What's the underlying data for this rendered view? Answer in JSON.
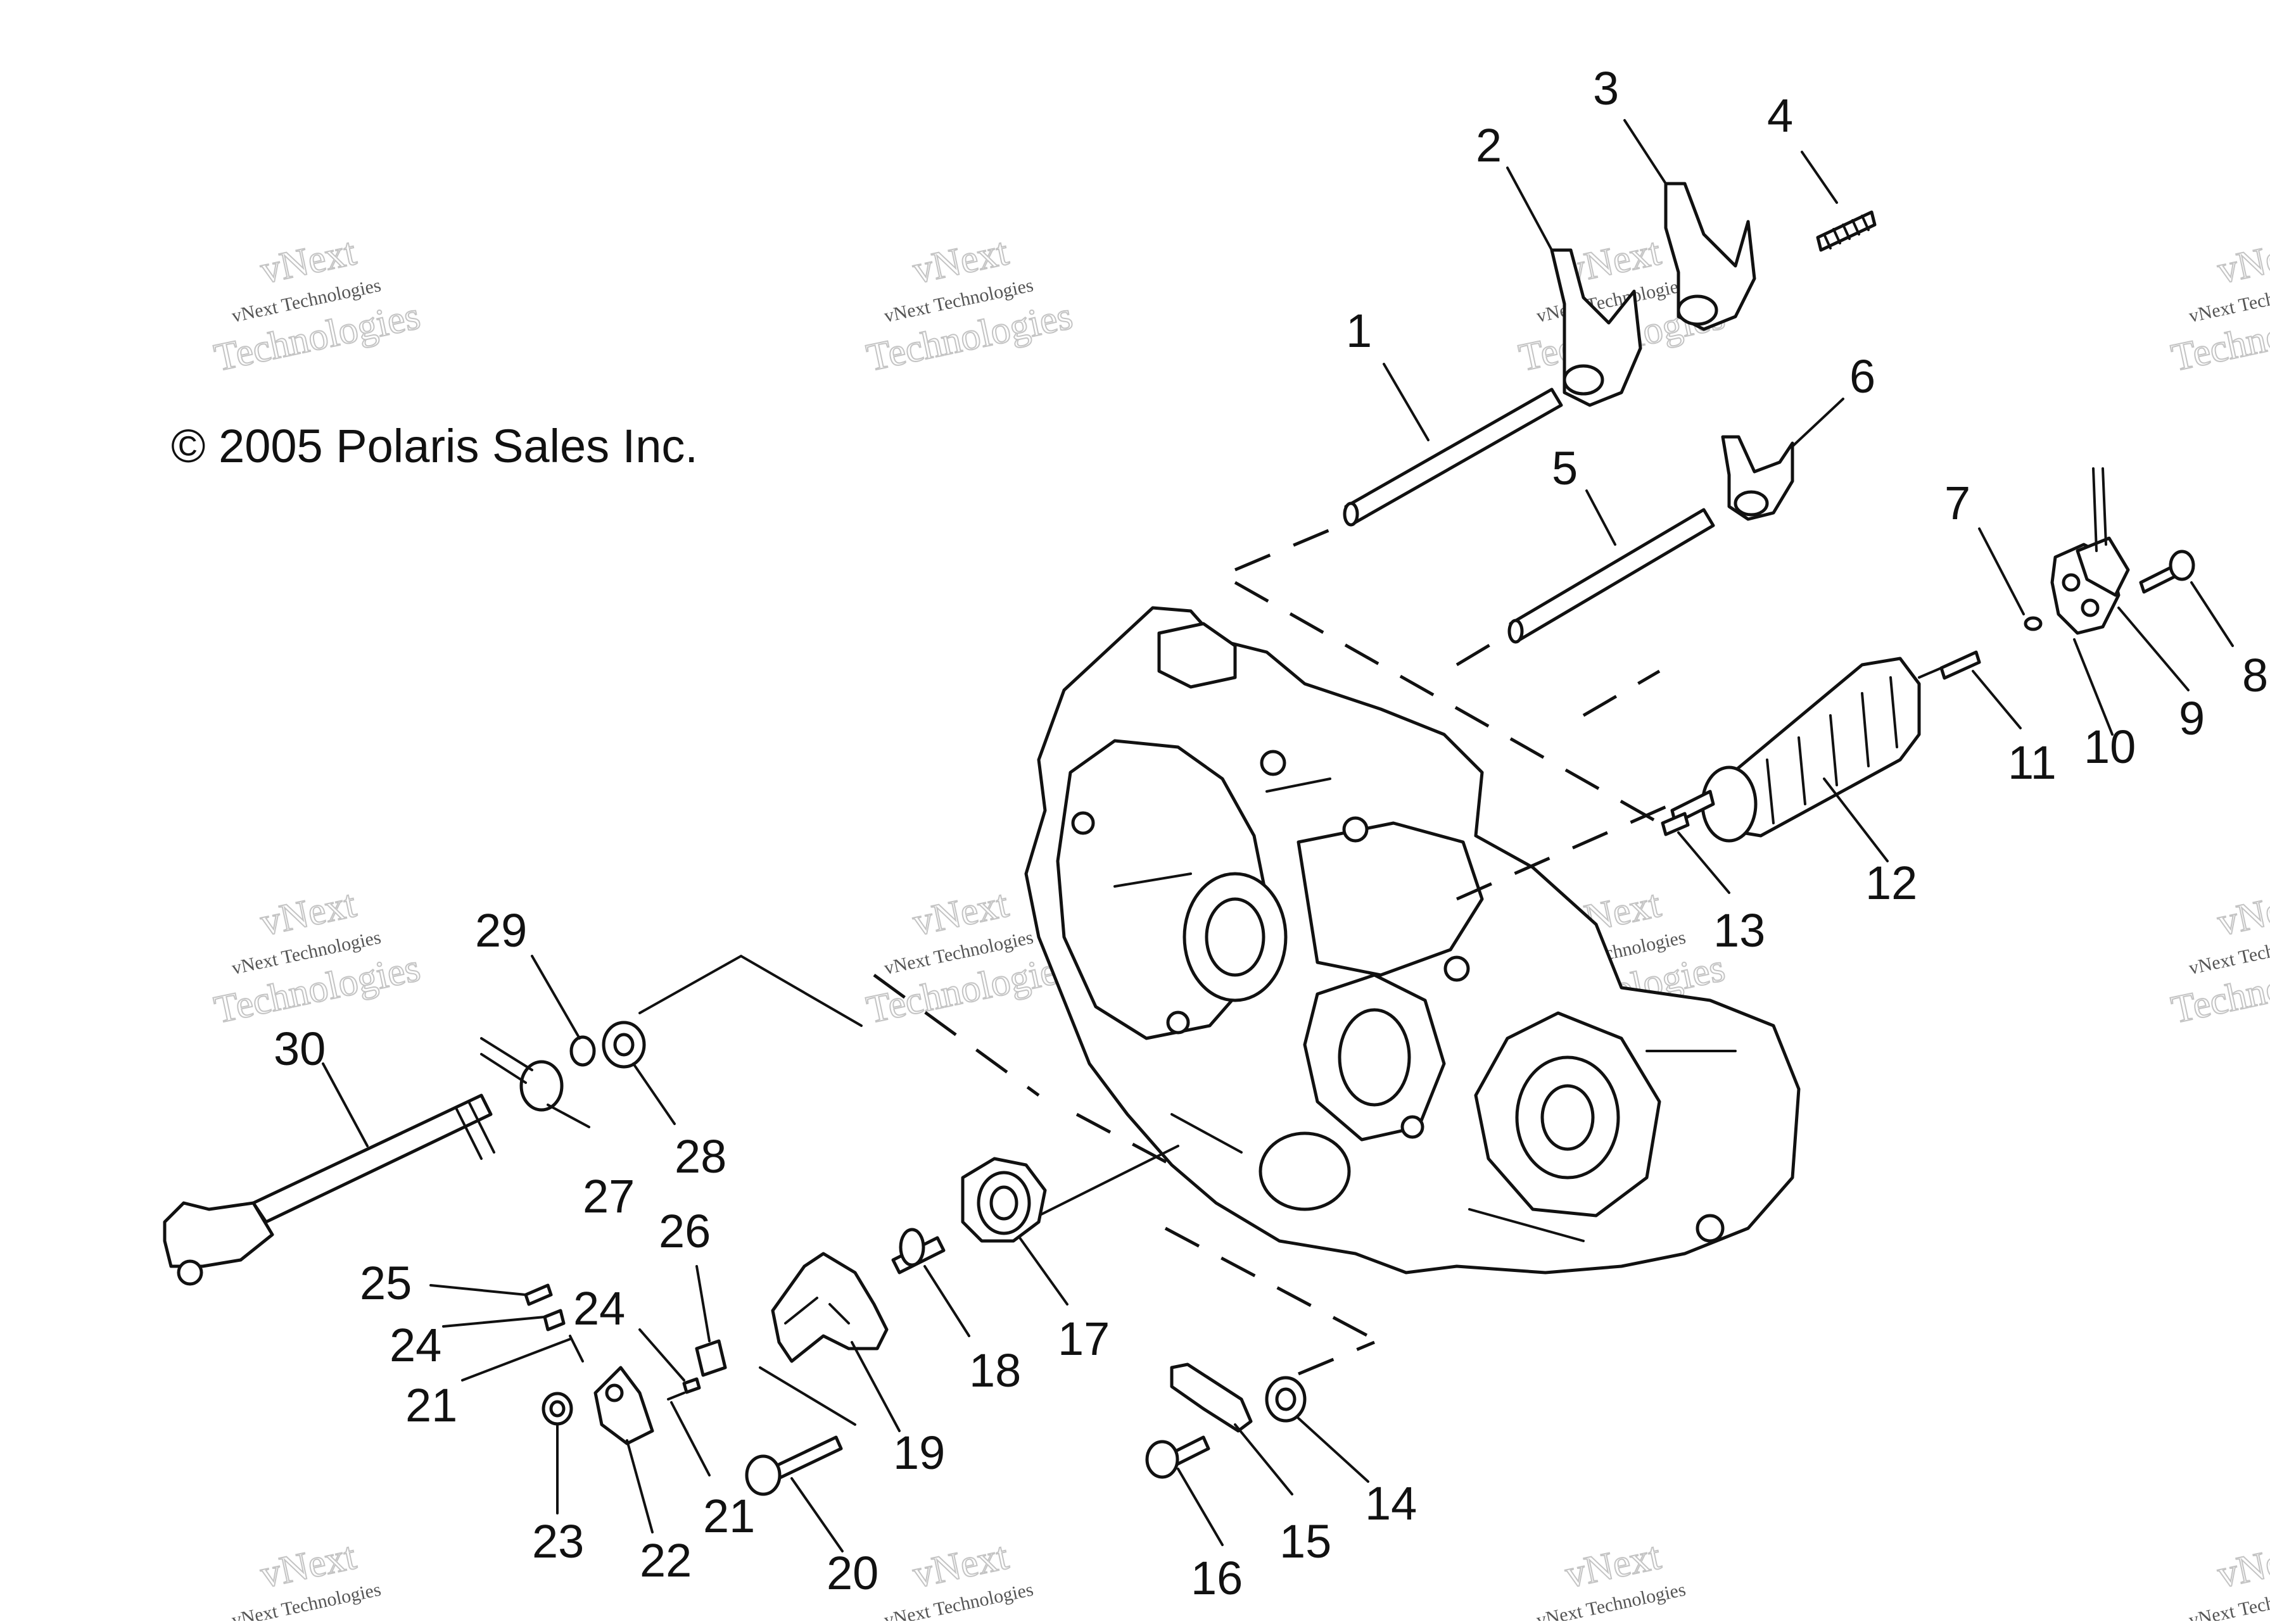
{
  "copyright": "© 2005 Polaris Sales Inc.",
  "watermark": {
    "line1": "vNext Technologies",
    "line2": "vNext",
    "line3": "Technologies"
  },
  "callouts": [
    "1",
    "2",
    "3",
    "4",
    "5",
    "6",
    "7",
    "8",
    "9",
    "10",
    "11",
    "12",
    "13",
    "14",
    "15",
    "16",
    "17",
    "18",
    "19",
    "20",
    "21",
    "21",
    "22",
    "23",
    "24",
    "24",
    "25",
    "26",
    "27",
    "28",
    "29",
    "30"
  ],
  "colors": {
    "ink": "#111111",
    "background": "#ffffff",
    "watermark": "#9a9a9a"
  }
}
